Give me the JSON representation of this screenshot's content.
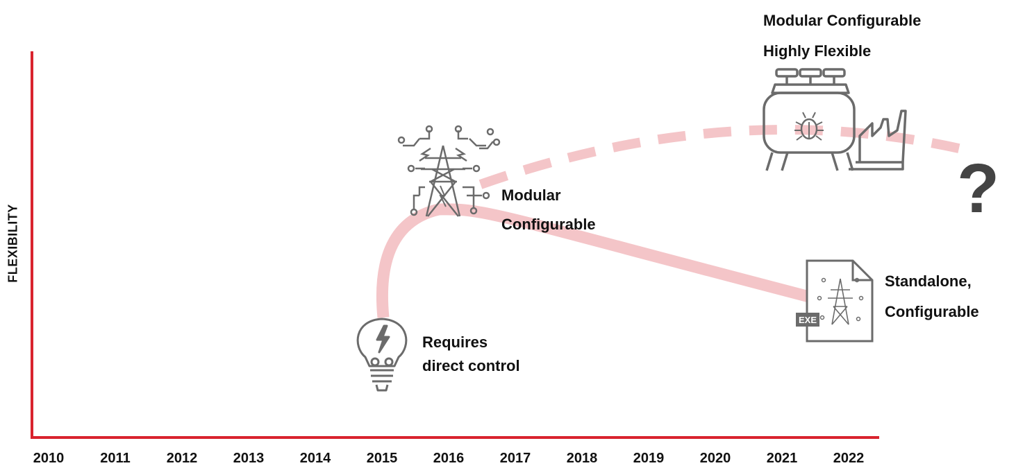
{
  "axis": {
    "ylabel": "FLEXIBILITY",
    "years": [
      "2010",
      "2011",
      "2012",
      "2013",
      "2014",
      "2015",
      "2016",
      "2017",
      "2018",
      "2019",
      "2020",
      "2021",
      "2022"
    ]
  },
  "colors": {
    "axis": "#d9232e",
    "curve": "#f4c5c8",
    "icon": "#6b6b6b"
  },
  "stages": {
    "direct_control": {
      "line1": "Requires",
      "line2": "direct control",
      "icon": "lightbulb-bolt-icon"
    },
    "modular": {
      "line1": "Modular",
      "line2": "Configurable",
      "icon": "power-tower-circuit-icon"
    },
    "standalone": {
      "line1": "Standalone,",
      "line2": "Configurable",
      "icon": "exe-file-icon",
      "badge": "EXE"
    },
    "future": {
      "line1": "Modular Configurable",
      "line2": "Highly Flexible",
      "icon": "tank-bug-factory-icon"
    },
    "unknown": {
      "symbol": "?"
    }
  }
}
